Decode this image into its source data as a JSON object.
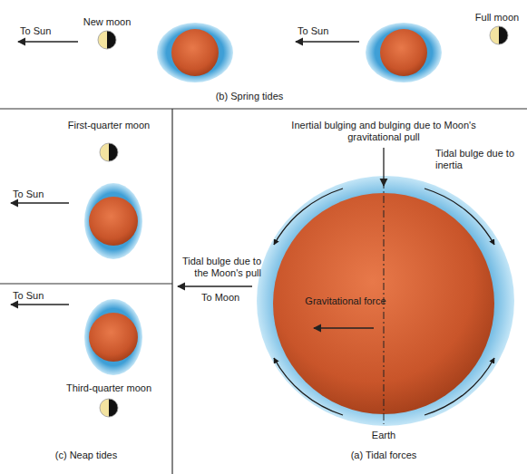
{
  "diagram": {
    "labels": [
      "To Sun",
      "New moon",
      "To Sun",
      "Full moon",
      "(b) Spring tides",
      "First-quarter moon",
      "To Sun",
      "To Sun",
      "Third-quarter moon",
      "(c) Neap tides",
      "Inertial bulging and bulging due to Moon's gravitational pull",
      "Tidal bulge due to inertia",
      "Tidal bulge due to the Moon's pull",
      "To Moon",
      "Gravitational force",
      "Earth",
      "(a) Tidal forces"
    ]
  }
}
